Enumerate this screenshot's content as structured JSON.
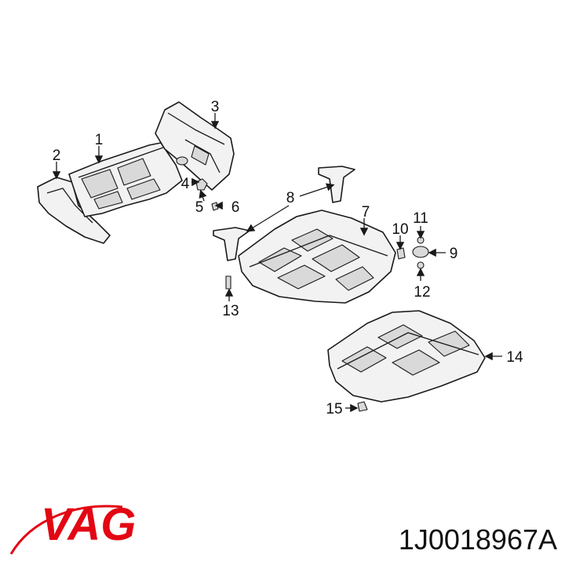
{
  "diagram": {
    "callouts": [
      "1",
      "2",
      "3",
      "4",
      "5",
      "6",
      "7",
      "8",
      "9",
      "10",
      "11",
      "12",
      "13",
      "14",
      "15"
    ]
  },
  "brand": {
    "logo_text": "VAG",
    "logo_color": "#e30613"
  },
  "part_number": "1J0018967A"
}
